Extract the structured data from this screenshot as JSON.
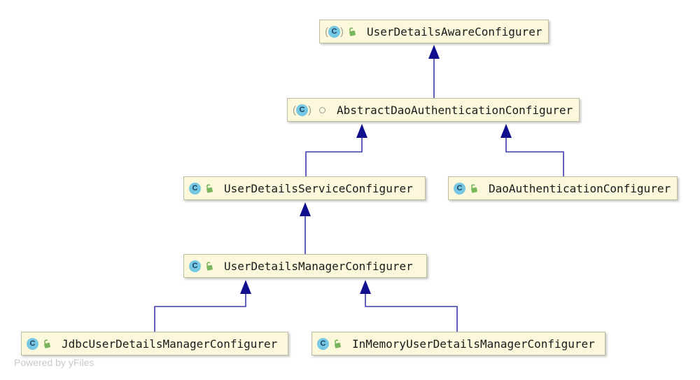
{
  "diagram": {
    "nodes": [
      {
        "label": "UserDetailsAwareConfigurer",
        "type": "abstract-class",
        "visibility": "public"
      },
      {
        "label": "AbstractDaoAuthenticationConfigurer",
        "type": "abstract-class",
        "visibility": "package-private"
      },
      {
        "label": "UserDetailsServiceConfigurer",
        "type": "class",
        "visibility": "public"
      },
      {
        "label": "DaoAuthenticationConfigurer",
        "type": "class",
        "visibility": "public"
      },
      {
        "label": "UserDetailsManagerConfigurer",
        "type": "class",
        "visibility": "public"
      },
      {
        "label": "JdbcUserDetailsManagerConfigurer",
        "type": "class",
        "visibility": "public"
      },
      {
        "label": "InMemoryUserDetailsManagerConfigurer",
        "type": "class",
        "visibility": "public"
      }
    ],
    "edges": [
      {
        "from": "AbstractDaoAuthenticationConfigurer",
        "to": "UserDetailsAwareConfigurer",
        "type": "extends"
      },
      {
        "from": "UserDetailsServiceConfigurer",
        "to": "AbstractDaoAuthenticationConfigurer",
        "type": "extends"
      },
      {
        "from": "DaoAuthenticationConfigurer",
        "to": "AbstractDaoAuthenticationConfigurer",
        "type": "extends"
      },
      {
        "from": "UserDetailsManagerConfigurer",
        "to": "UserDetailsServiceConfigurer",
        "type": "extends"
      },
      {
        "from": "JdbcUserDetailsManagerConfigurer",
        "to": "UserDetailsManagerConfigurer",
        "type": "extends"
      },
      {
        "from": "InMemoryUserDetailsManagerConfigurer",
        "to": "UserDetailsManagerConfigurer",
        "type": "extends"
      }
    ]
  },
  "icons": {
    "class_letter": "C",
    "left_paren": "(",
    "right_paren": ")"
  },
  "footer": {
    "credit": "Powered by yFiles"
  },
  "colors": {
    "node_fill": "#fbf8dc",
    "node_border": "#bdbba4",
    "edge_line": "#3b3bab",
    "edge_arrow": "#10108e",
    "class_icon_bg": "#76c7e3",
    "lock_green": "#79b55b",
    "label_text": "#1a1a1a",
    "credit_text": "#c9c9c9"
  }
}
